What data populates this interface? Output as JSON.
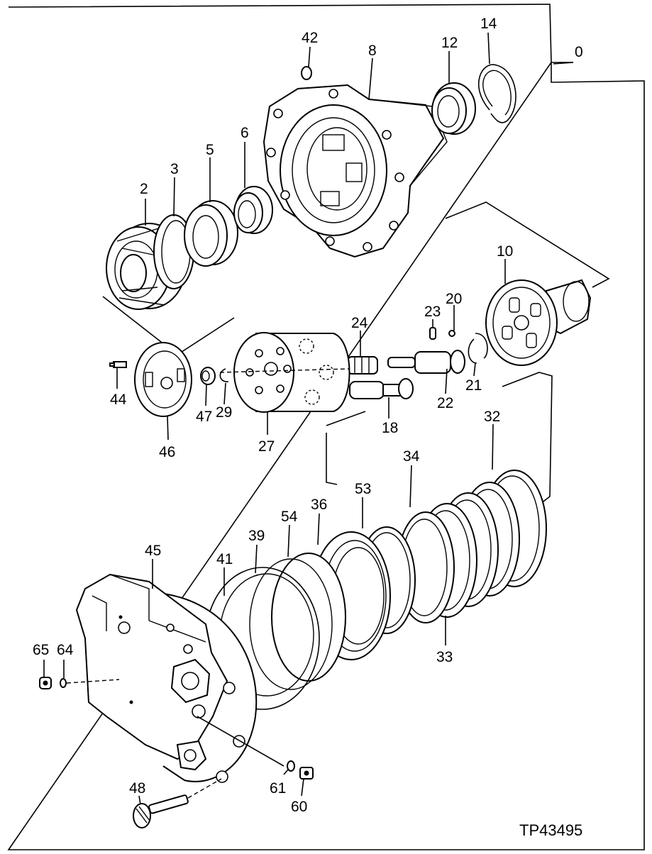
{
  "diagram": {
    "reference_code": "TP43495",
    "callouts": [
      "0",
      "2",
      "3",
      "5",
      "6",
      "8",
      "10",
      "12",
      "14",
      "18",
      "20",
      "21",
      "22",
      "23",
      "24",
      "27",
      "29",
      "32",
      "33",
      "34",
      "36",
      "39",
      "41",
      "42",
      "44",
      "45",
      "46",
      "47",
      "48",
      "53",
      "54",
      "60",
      "61",
      "64",
      "65"
    ]
  }
}
